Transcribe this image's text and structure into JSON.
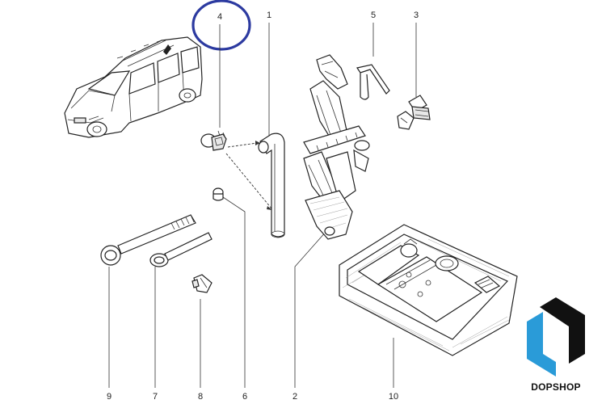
{
  "callouts": [
    {
      "id": "4",
      "label": "4"
    },
    {
      "id": "1",
      "label": "1"
    },
    {
      "id": "5",
      "label": "5"
    },
    {
      "id": "3",
      "label": "3"
    },
    {
      "id": "9",
      "label": "9"
    },
    {
      "id": "7",
      "label": "7"
    },
    {
      "id": "8",
      "label": "8"
    },
    {
      "id": "6",
      "label": "6"
    },
    {
      "id": "2",
      "label": "2"
    },
    {
      "id": "10",
      "label": "10"
    }
  ],
  "logo": {
    "text": "DOPSHOP",
    "colors": {
      "dark": "#111111",
      "accent": "#2a9bd8"
    }
  },
  "highlight": {
    "target": "4",
    "color": "#2c3aa0"
  }
}
